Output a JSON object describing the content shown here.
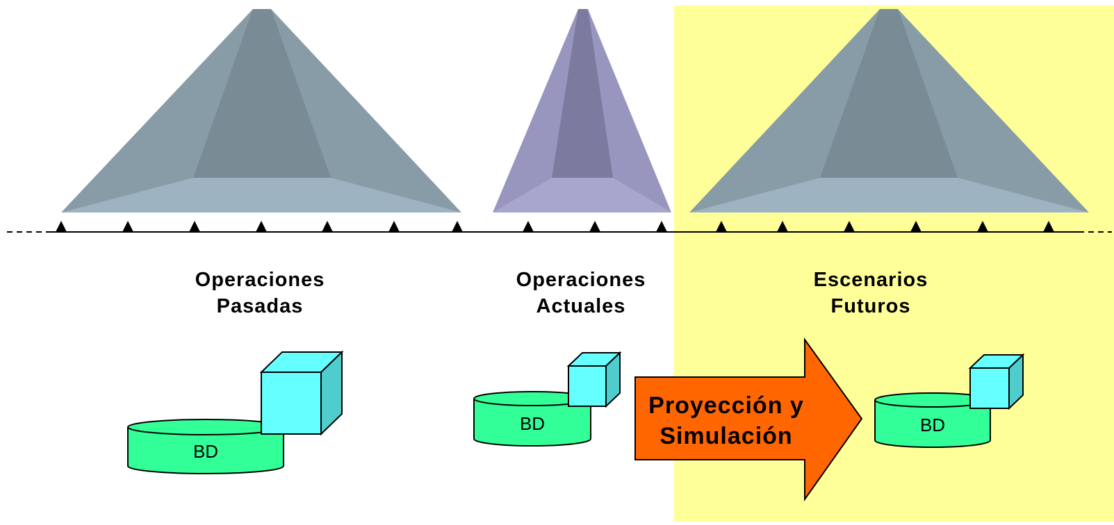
{
  "colors": {
    "future_background": "#ffff99",
    "pyramid_gray_side": "#879ca6",
    "pyramid_gray_front": "#798c96",
    "pyramid_gray_bottom": "#9eb3c2",
    "pyramid_purple_side": "#9896bf",
    "pyramid_purple_front": "#7c7a9e",
    "pyramid_purple_bottom": "#a8a6cc",
    "database": "#33ff99",
    "cube_front": "#66ffff",
    "cube_side": "#4fcccc",
    "arrow": "#ff6600"
  },
  "sections": [
    {
      "label": "Operaciones\nPasadas",
      "db_label": "BD"
    },
    {
      "label": "Operaciones\nActuales",
      "db_label": "BD"
    },
    {
      "label": "Escenarios\nFuturos",
      "db_label": "BD"
    }
  ],
  "arrow_label": "Proyección y\nSimulación"
}
